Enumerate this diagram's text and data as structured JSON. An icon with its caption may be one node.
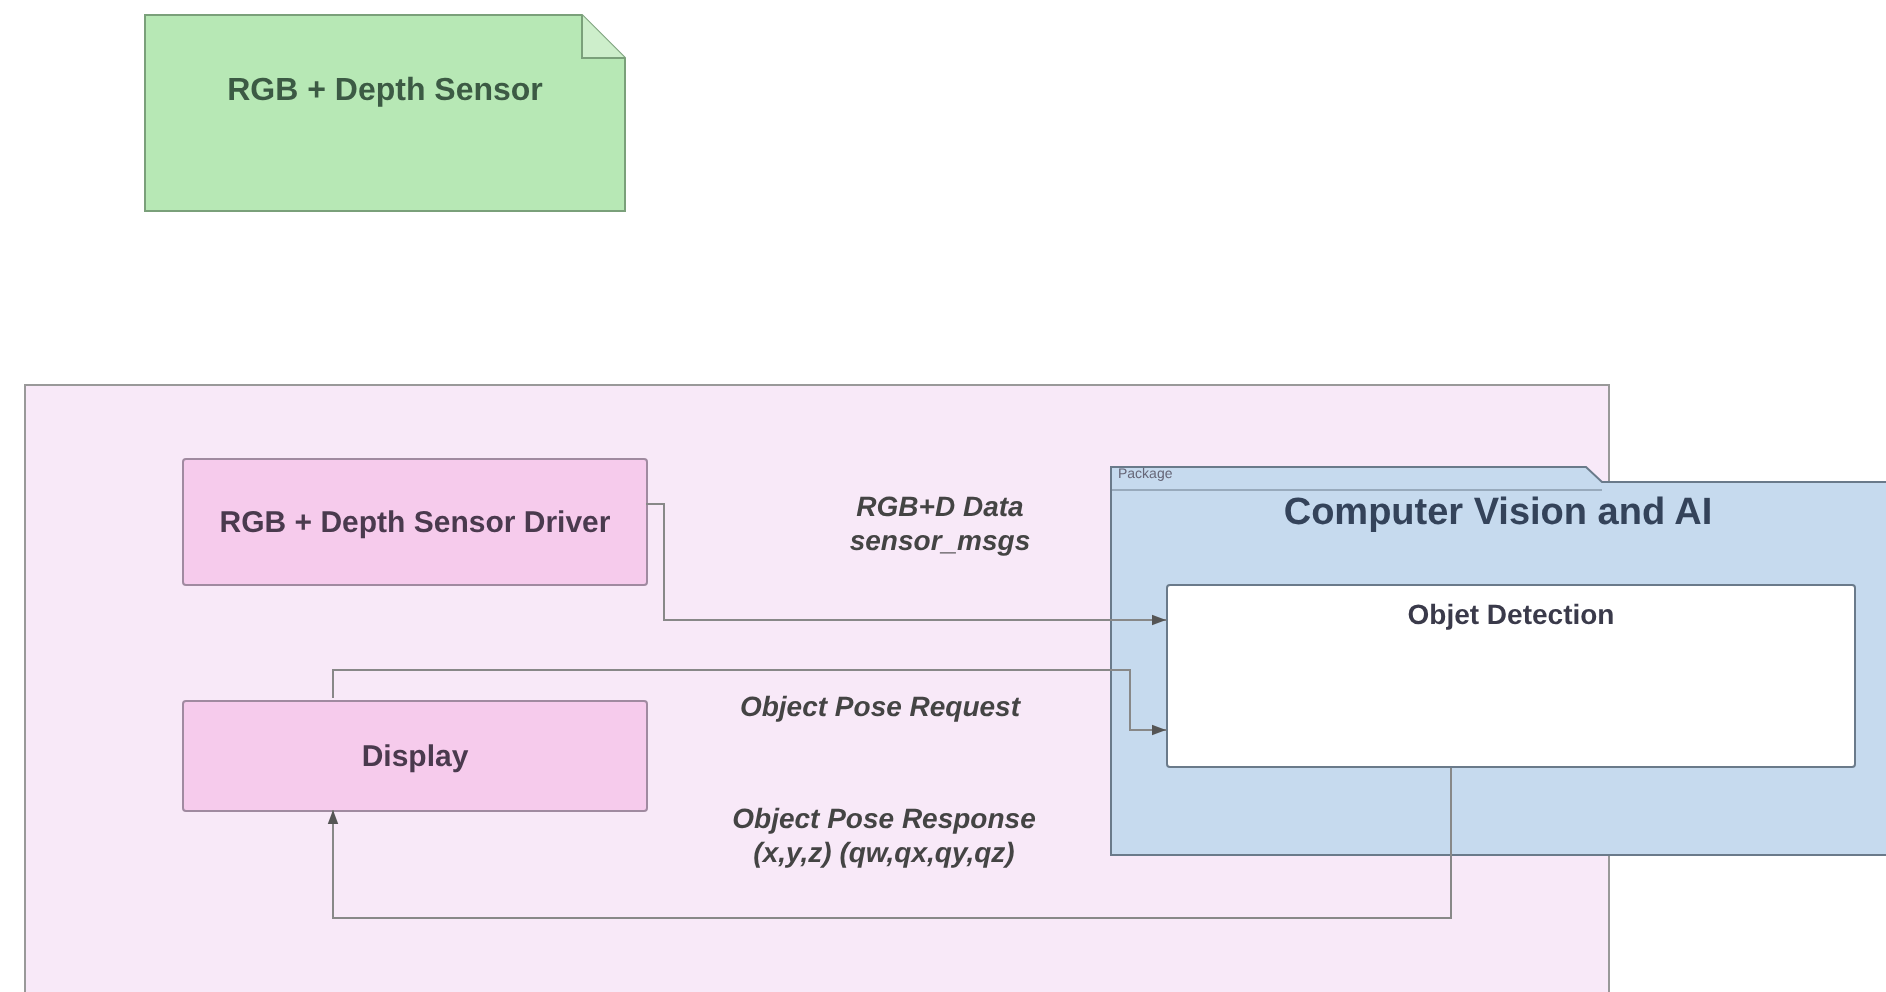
{
  "diagram": {
    "nodes": [
      {
        "text": [
          "RGB + Depth Sensor"
        ]
      },
      {
        "text": [],
        "shape": "box"
      },
      {
        "text": [
          "RGB + Depth Sensor Driver"
        ],
        "in": 1
      },
      {
        "text": [
          "Display"
        ],
        "in": 1
      },
      {
        "text": [
          "Package",
          "Computer Vision and AI"
        ]
      },
      {
        "text": [
          "Objet Detection"
        ],
        "in": 4
      }
    ],
    "edges": [
      {
        "from": 2,
        "to": 5,
        "arrow": "to",
        "label": "RGB+D Data sensor_msgs"
      },
      {
        "from": 3,
        "to": 5,
        "arrow": "to",
        "label": "Object Pose Request"
      },
      {
        "from": 5,
        "to": 3,
        "arrow": "to",
        "label": "Object Pose Response (x,y,z) (qw,qx,qy,qz)"
      }
    ]
  }
}
